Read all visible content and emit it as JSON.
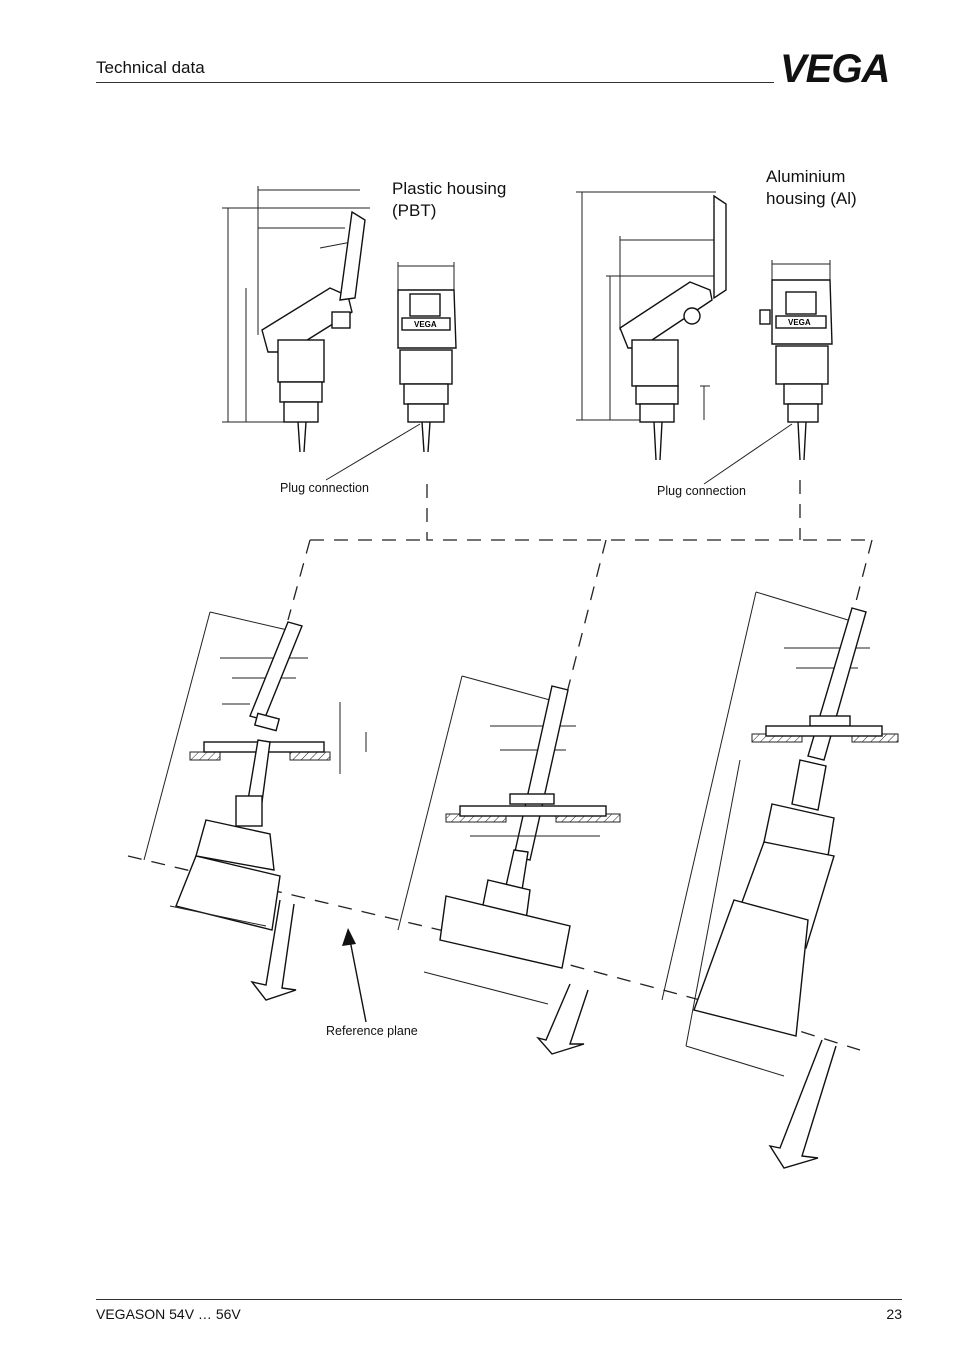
{
  "header": {
    "title": "Technical data",
    "logo_text": "VEGA"
  },
  "labels": {
    "plastic_housing": "Plastic  housing",
    "plastic_housing_line2": "(PBT)",
    "aluminium_housing": "Aluminium",
    "aluminium_housing_line2": "housing (Al)",
    "plug_connection_left": "Plug connection",
    "plug_connection_right": "Plug connection",
    "reference_plane": "Reference plane"
  },
  "footer": {
    "product": "VEGASON 54V … 56V",
    "page": "23"
  }
}
